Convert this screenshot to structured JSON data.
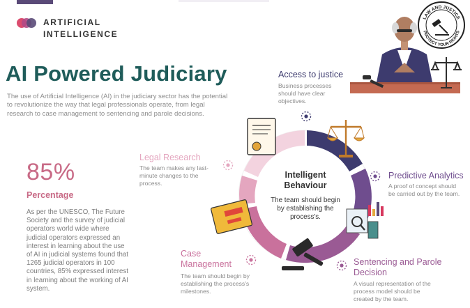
{
  "brand": {
    "line1": "ARTIFICIAL",
    "line2": "INTELLIGENCE"
  },
  "title": "AI Powered Judiciary",
  "intro": "The use of Artificial Intelligence (AI) in the judiciary sector has the potential to revolutionize the way that legal professionals operate, from legal research to case management to sentencing and parole decisions.",
  "stat": {
    "value": "85%",
    "label": "Percentage",
    "description": "As per the UNESCO, The Future Society and the survey of judicial operators world wide where judicial operators expressed an interest in learning about the use of AI in judicial systems found that 1265 judicial operators in 100 countries, 85% expressed interest in learning about the working of AI system."
  },
  "center": {
    "title_line1": "Intelligent",
    "title_line2": "Behaviour",
    "text": "The team should begin by establishing the process's."
  },
  "sections": {
    "access": {
      "title": "Access to justice",
      "desc": "Business processes should have clear objectives."
    },
    "legal_research": {
      "title": "Legal Research",
      "desc": "The team makes any last-minute changes to the process."
    },
    "predictive": {
      "title": "Predictive Analytics",
      "desc": "A proof of concept should be carried out by the team."
    },
    "case_mgmt": {
      "title_line1": "Case",
      "title_line2": "Management",
      "desc": "The team should begin by establishing the process's milestones."
    },
    "sentencing": {
      "title_line1": "Sentencing and Parole",
      "title_line2": "Decision",
      "desc": "A visual representation of the process model should be created by the team."
    }
  },
  "seal": {
    "top": "LAW AND JUSTICE",
    "bottom": "PROTECT YOUR RIGHTS"
  },
  "colors": {
    "title": "#1f5c5a",
    "accent_pink": "#c86a86",
    "navy": "#3d3b6e",
    "purple": "#6f4d8e",
    "mauve": "#9a5a94",
    "rose": "#c9719c",
    "pink_light": "#e4a6bf",
    "pink_pale": "#f3d3df",
    "desc_gray": "#8a8a8a"
  }
}
